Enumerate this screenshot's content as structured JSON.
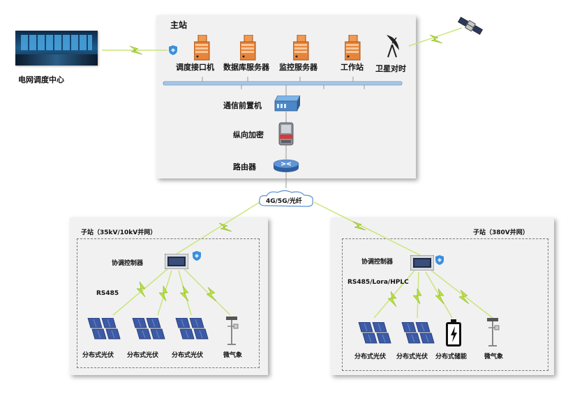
{
  "center": {
    "label": "电网调度中心"
  },
  "main_station": {
    "title": "主站",
    "servers": [
      {
        "label": "调度接口机"
      },
      {
        "label": "数据库服务器"
      },
      {
        "label": "监控服务器"
      },
      {
        "label": "工作站"
      }
    ],
    "satellite_label": "卫星对时",
    "frontend_label": "通信前置机",
    "encrypt_label": "纵向加密",
    "router_label": "路由器"
  },
  "network": {
    "label": "4G/5G/光纤"
  },
  "substation_left": {
    "title": "子站（35kV/10kV并网）",
    "controller_label": "协调控制器",
    "bus_label": "RS485",
    "devices": [
      {
        "label": "分布式光伏"
      },
      {
        "label": "分布式光伏"
      },
      {
        "label": "分布式光伏"
      },
      {
        "label": "微气象"
      }
    ]
  },
  "substation_right": {
    "title": "子站（380V并网）",
    "controller_label": "协调控制器",
    "bus_label": "RS485/Lora/HPLC",
    "devices": [
      {
        "label": "分布式光伏"
      },
      {
        "label": "分布式光伏"
      },
      {
        "label": "分布式储能"
      },
      {
        "label": "微气象"
      }
    ]
  },
  "colors": {
    "wireless_link": "#b8e23a",
    "panel_bg": "#f1f1f1",
    "server_orange": "#e7843a",
    "solar_blue": "#3c5aa6"
  },
  "icons": [
    "control-room-image",
    "shield-icon",
    "server-icon",
    "satellite-dish-icon",
    "satellite-icon",
    "frontend-processor-icon",
    "encryption-device-icon",
    "router-icon",
    "cloud-icon",
    "controller-icon",
    "solar-panel-icon",
    "battery-icon",
    "weather-station-icon",
    "wireless-link-icon"
  ]
}
